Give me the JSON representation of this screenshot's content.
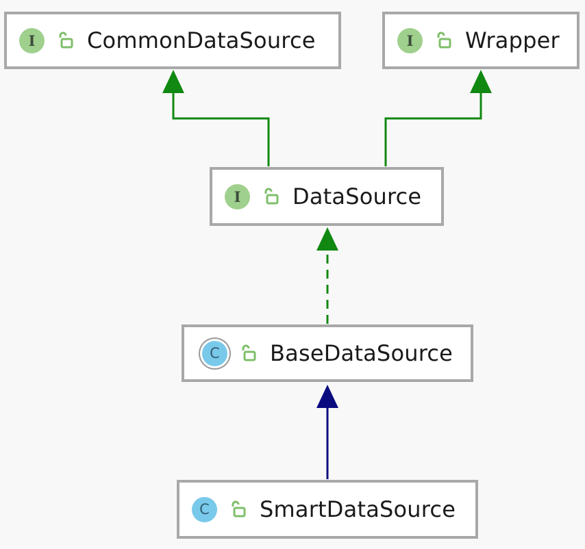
{
  "diagram": {
    "nodes": [
      {
        "id": "common",
        "kind": "interface",
        "kind_letter": "I",
        "access_icon": "unlocked-icon",
        "label": "CommonDataSource"
      },
      {
        "id": "wrapper",
        "kind": "interface",
        "kind_letter": "I",
        "access_icon": "unlocked-icon",
        "label": "Wrapper"
      },
      {
        "id": "datasource",
        "kind": "interface",
        "kind_letter": "I",
        "access_icon": "unlocked-icon",
        "label": "DataSource"
      },
      {
        "id": "base",
        "kind": "abstract-class",
        "kind_letter": "C",
        "access_icon": "unlocked-icon",
        "label": "BaseDataSource"
      },
      {
        "id": "smart",
        "kind": "class",
        "kind_letter": "C",
        "access_icon": "unlocked-icon",
        "label": "SmartDataSource"
      }
    ],
    "edges": [
      {
        "from": "datasource",
        "to": "common",
        "relation": "extends-interface",
        "style": "solid",
        "color": "#118811"
      },
      {
        "from": "datasource",
        "to": "wrapper",
        "relation": "extends-interface",
        "style": "solid",
        "color": "#118811"
      },
      {
        "from": "base",
        "to": "datasource",
        "relation": "implements",
        "style": "dashed",
        "color": "#118811"
      },
      {
        "from": "smart",
        "to": "base",
        "relation": "extends-class",
        "style": "solid",
        "color": "#0b0b80"
      }
    ],
    "colors": {
      "interface_badge": "#9fd08d",
      "class_badge": "#79c9ea",
      "node_border": "#a8a8a8",
      "lock_icon": "#7fbf6a"
    }
  }
}
